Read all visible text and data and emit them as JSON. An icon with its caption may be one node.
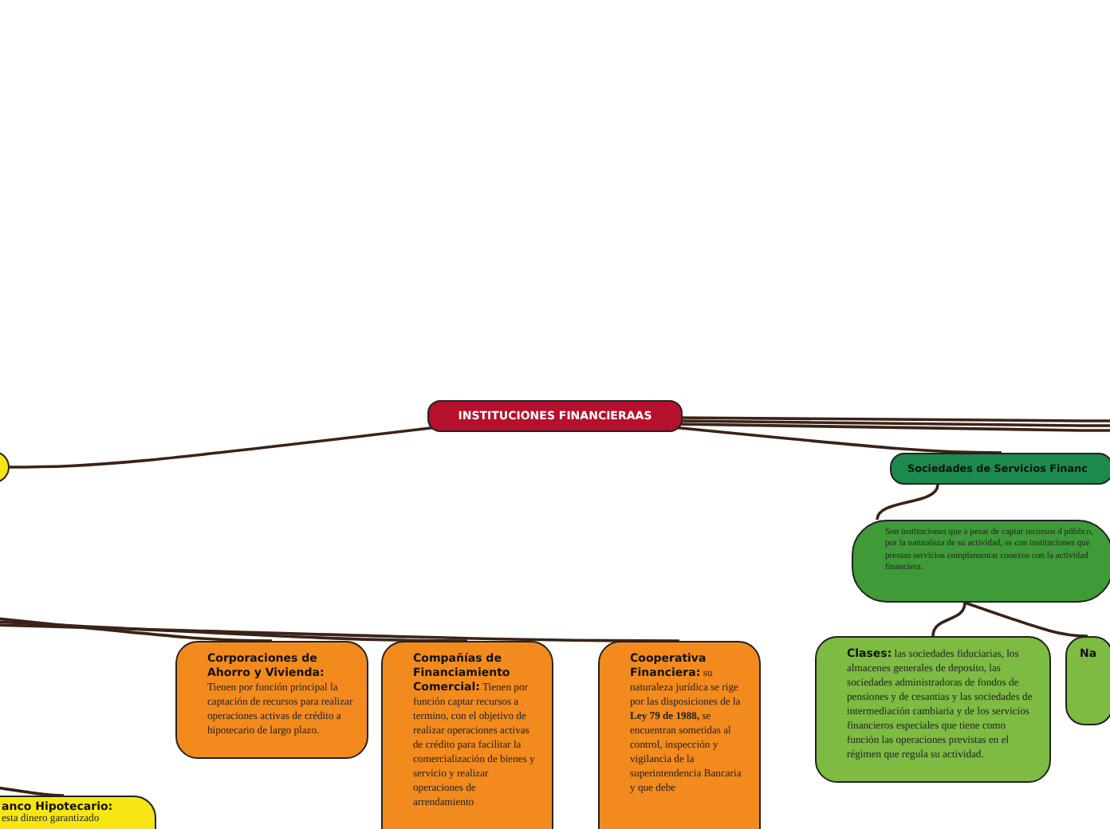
{
  "diagram": {
    "nodes": [
      {
        "text": [
          "INSTITUCIONES FINANCIERAAS"
        ]
      },
      {
        "text": [],
        "shape": "box"
      },
      {
        "text": [
          "Sociedades de  Servicios Financ"
        ]
      },
      {
        "text": [
          "Son instituciones que a pesar de captar recursos d público, por la naturaleza de su actividad, se con instituciones que prestan servicios complementar conexos con la actividad financiera."
        ]
      },
      {
        "text": [
          "Clases:",
          "las sociedades fiduciarias, los almacenes generales de deposito, las sociedades administradoras de fondos de pensiones y de cesantias y las sociedades de intermediación cambiaria y de los servicios financieros especiales  que tiene como función las operaciones previstas en el régimen  que regula su actividad."
        ]
      },
      {
        "text": [
          "Na"
        ]
      },
      {
        "text": [
          "Corporaciones de Ahorro y Vivienda:",
          "Tienen por función principal la captación de recursos para realizar operaciones activas de crédito a hipotecario de largo plazo."
        ]
      },
      {
        "text": [
          "Compañías de Financiamiento Comercial:",
          "Tienen por función captar recursos a termino, con el objetivo de realizar operaciones activas de crédito para facilitar la comercialización de bienes y servicio y realizar operaciones de arrendamiento"
        ]
      },
      {
        "text": [
          "Cooperativa Financiera:",
          "su naturaleza jurídica se rige por las disposiciones  de la **Ley 79 de 1988,** se encuentran sometidas al control, inspección y vigilancia de la superintendencia Bancaria y que debe"
        ]
      },
      {
        "text": [
          "anco Hipotecario:",
          "esta dinero garantizado"
        ]
      }
    ],
    "edges": [
      {
        "from": 0,
        "to": 1,
        "arrow": "none"
      },
      {
        "from": 0,
        "to": 2,
        "arrow": "none"
      },
      {
        "from": 0,
        "to": null,
        "arrow": "none"
      },
      {
        "from": 0,
        "to": null,
        "arrow": "none"
      },
      {
        "from": 0,
        "to": null,
        "arrow": "none"
      },
      {
        "from": 2,
        "to": 3,
        "arrow": "none"
      },
      {
        "from": 3,
        "to": 4,
        "arrow": "none"
      },
      {
        "from": 3,
        "to": 5,
        "arrow": "none"
      },
      {
        "from": null,
        "to": 6,
        "arrow": "none"
      },
      {
        "from": null,
        "to": 7,
        "arrow": "none"
      },
      {
        "from": null,
        "to": 8,
        "arrow": "none"
      },
      {
        "from": null,
        "to": 9,
        "arrow": "none"
      }
    ]
  }
}
